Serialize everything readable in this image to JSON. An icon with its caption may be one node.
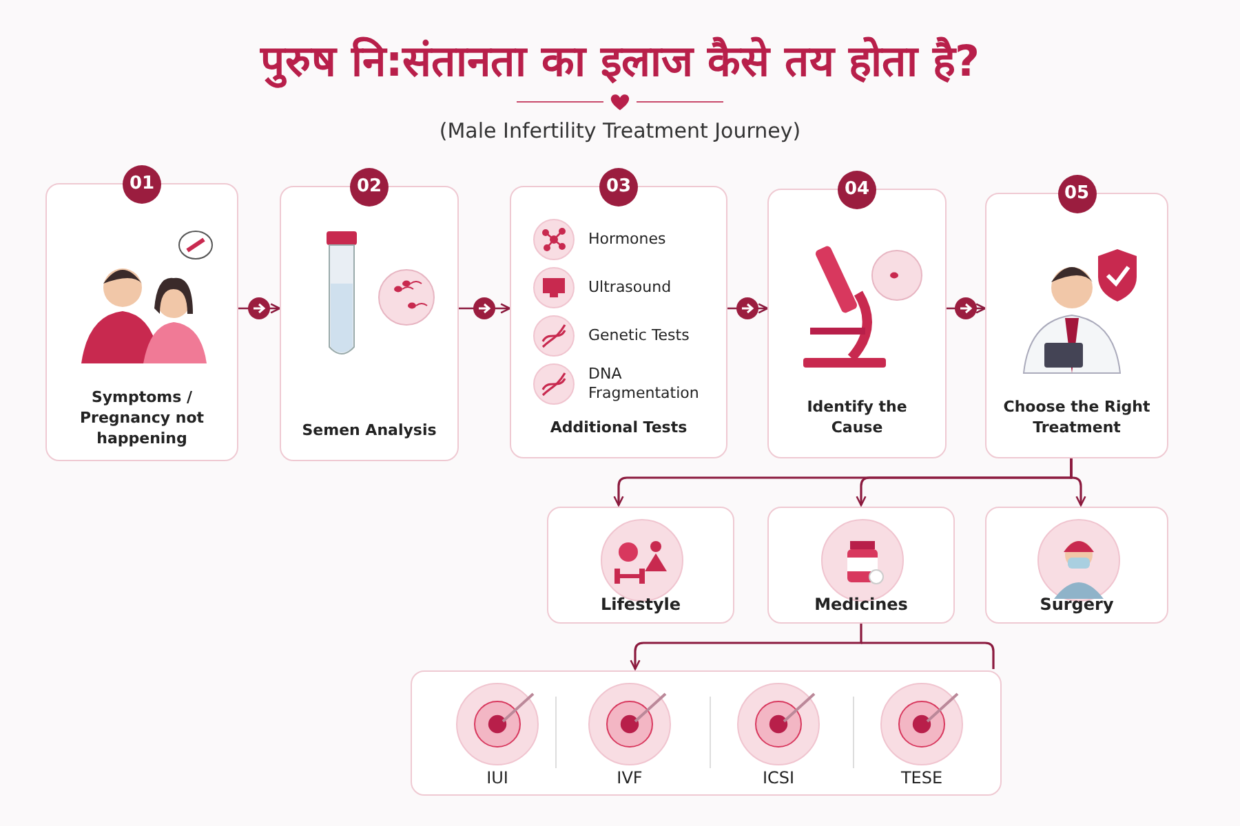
{
  "diagram": {
    "title": "पुरुष नि:संतानता का इलाज कैसे तय होता है?",
    "nodes": [
      {
        "text": [
          "01",
          "Symptoms / Pregnancy not happening"
        ]
      },
      {
        "text": [
          "02",
          "Semen Analysis"
        ]
      },
      {
        "text": [
          "03",
          "Hormones",
          "Ultrasound",
          "Genetic Tests",
          "DNA Fragmentation",
          "Additional Tests"
        ]
      },
      {
        "text": [
          "04",
          "Identify the Cause"
        ]
      },
      {
        "text": [
          "05",
          "Choose the Right Treatment"
        ]
      },
      {
        "text": [
          "Lifestyle"
        ]
      },
      {
        "text": [
          "Medicines"
        ]
      },
      {
        "text": [
          "Surgery"
        ]
      },
      {
        "text": [],
        "shape": "box"
      },
      {
        "text": [
          "IUI"
        ],
        "in": 8
      },
      {
        "text": [
          "IVF"
        ],
        "in": 8
      },
      {
        "text": [
          "ICSI"
        ],
        "in": 8
      },
      {
        "text": [
          "TESE"
        ],
        "in": 8
      }
    ],
    "edges": [
      {
        "from": 0,
        "to": 1,
        "arrow": "to"
      },
      {
        "from": 1,
        "to": 2,
        "arrow": "to"
      },
      {
        "from": 2,
        "to": 3,
        "arrow": "to"
      },
      {
        "from": 3,
        "to": 4,
        "arrow": "to"
      },
      {
        "from": 4,
        "to": 5,
        "arrow": "to"
      },
      {
        "from": 4,
        "to": 6,
        "arrow": "to"
      },
      {
        "from": 4,
        "to": 7,
        "arrow": "to"
      },
      {
        "from": 6,
        "to": 8,
        "arrow": "to"
      }
    ],
    "labels": [
      "(Male Infertility Treatment Journey)"
    ]
  }
}
